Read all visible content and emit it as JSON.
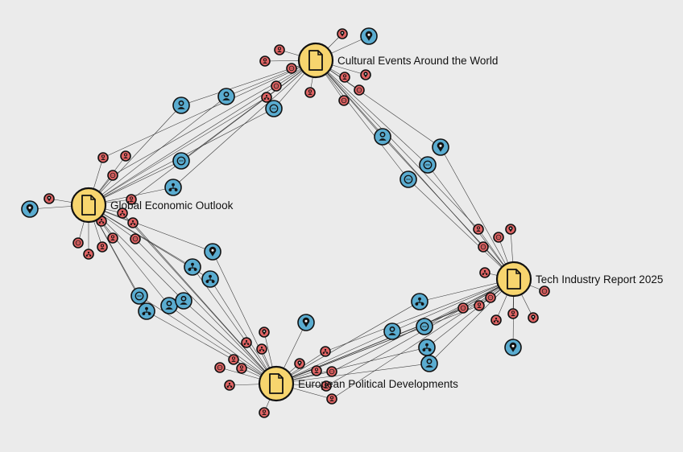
{
  "graph": {
    "documents": [
      {
        "id": "d_culture",
        "label": "Cultural Events Around the World"
      },
      {
        "id": "d_econ",
        "label": "Global Economic Outlook"
      },
      {
        "id": "d_tech",
        "label": "Tech Industry Report 2025"
      },
      {
        "id": "d_euro",
        "label": "European Political Developments"
      }
    ],
    "colors": {
      "document": "#f7d56e",
      "shared_entity": "#5aacd0",
      "local_entity": "#e06464",
      "stroke": "#111111",
      "edge": "#2a2a2a"
    },
    "icon_names": {
      "document": "document-icon",
      "person": "person-icon",
      "place": "location-pin-icon",
      "organization": "organization-icon",
      "event": "event-icon",
      "mention": "mention-icon"
    }
  }
}
